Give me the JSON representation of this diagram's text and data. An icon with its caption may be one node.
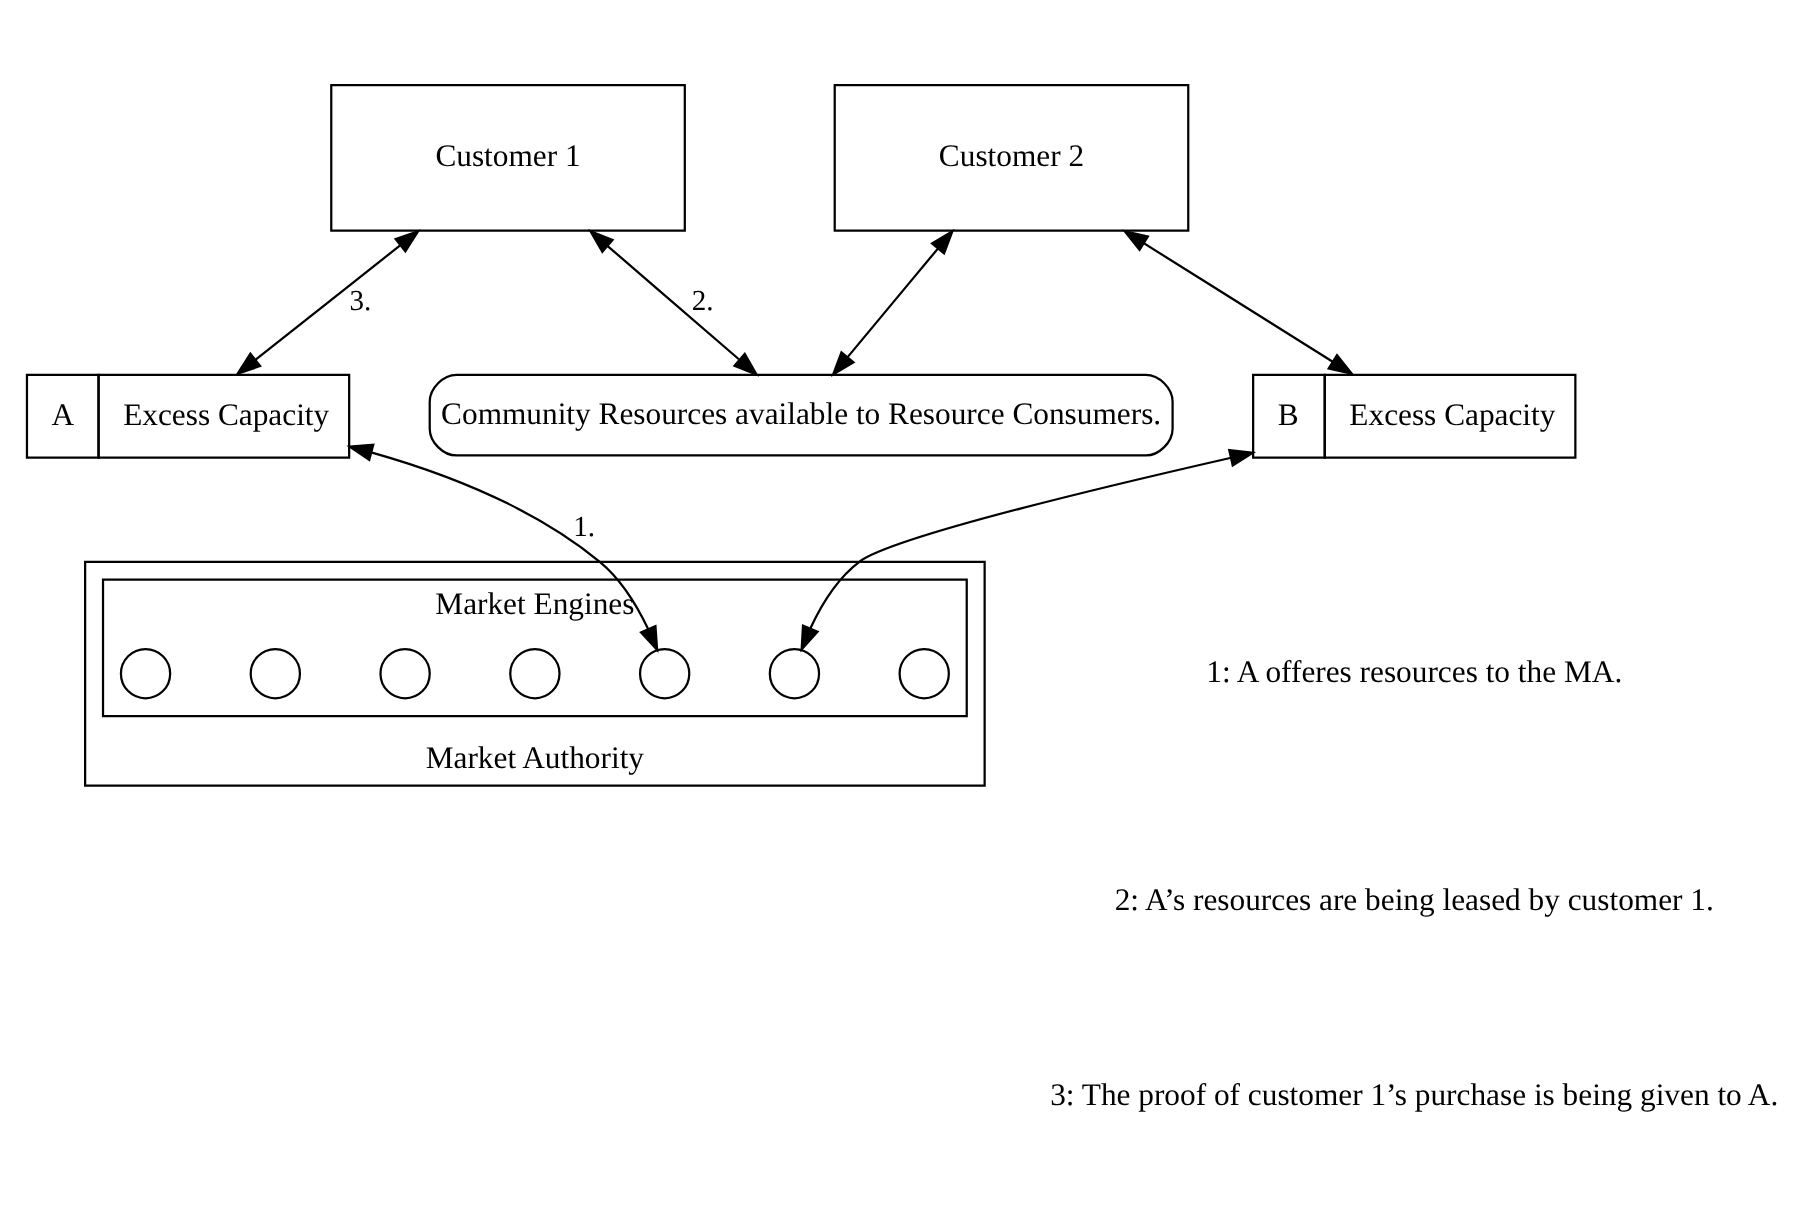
{
  "diagram": {
    "nodes": [
      {
        "text": [
          "Customer 1"
        ]
      },
      {
        "text": [
          "Customer 2"
        ]
      },
      {
        "text": [
          "Community Resources available to Resource Consumers."
        ]
      },
      {
        "text": [
          "Market Authority"
        ]
      },
      {
        "text": [
          "Market Engines"
        ],
        "in": 3
      },
      {
        "text": [],
        "shape": "circle",
        "in": 4
      },
      {
        "text": [],
        "shape": "circle",
        "in": 4
      },
      {
        "text": [],
        "shape": "circle",
        "in": 4
      },
      {
        "text": [],
        "shape": "circle",
        "in": 4
      },
      {
        "text": [],
        "shape": "circle",
        "in": 4
      },
      {
        "text": [],
        "shape": "circle",
        "in": 4
      },
      {
        "text": [],
        "shape": "circle",
        "in": 4
      },
      {
        "text": [
          "A",
          "Excess Capacity"
        ]
      },
      {
        "text": [
          "B",
          "Excess Capacity"
        ]
      }
    ],
    "edges": [
      {
        "from": 0,
        "to": 12,
        "arrow": "both",
        "label": "3."
      },
      {
        "from": 0,
        "to": 2,
        "arrow": "both",
        "label": "2."
      },
      {
        "from": 1,
        "to": 2,
        "arrow": "both"
      },
      {
        "from": 1,
        "to": 13,
        "arrow": "both"
      },
      {
        "from": 12,
        "to": 6,
        "arrow": "both",
        "label": "1."
      },
      {
        "from": 13,
        "to": 7,
        "arrow": "both"
      }
    ],
    "labels": [
      "1: A offeres resources to the MA.",
      "2: A’s resources are being leased by customer 1.",
      "3: The proof of customer 1’s purchase is being given to A."
    ]
  }
}
